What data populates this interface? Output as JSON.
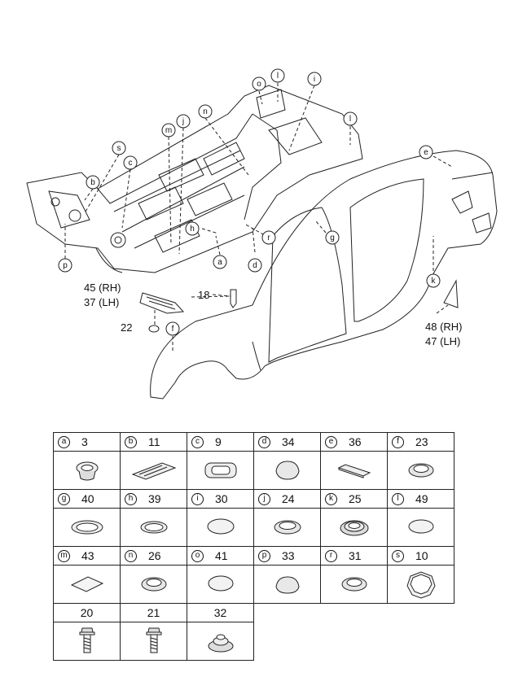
{
  "callout_labels": {
    "a": "a",
    "b": "b",
    "c": "c",
    "d": "d",
    "e": "e",
    "f": "f",
    "g": "g",
    "h": "h",
    "i": "i",
    "j": "j",
    "k": "k",
    "l": "l",
    "m": "m",
    "n": "n",
    "o": "o",
    "p": "p",
    "r": "r",
    "s": "s"
  },
  "part_labels": {
    "p45": "45 (RH)",
    "p37": "37 (LH)",
    "p18": "18",
    "p22": "22",
    "p48": "48 (RH)",
    "p47": "47 (LH)"
  },
  "parts_table": [
    [
      {
        "letter": "a",
        "num": "3",
        "icon": "round-plug-icon"
      },
      {
        "letter": "b",
        "num": "11",
        "icon": "pad-strip-icon"
      },
      {
        "letter": "c",
        "num": "9",
        "icon": "square-grommet-icon"
      },
      {
        "letter": "d",
        "num": "34",
        "icon": "oval-plug-icon"
      },
      {
        "letter": "e",
        "num": "36",
        "icon": "bar-pad-icon"
      },
      {
        "letter": "f",
        "num": "23",
        "icon": "ring-grommet-icon"
      }
    ],
    [
      {
        "letter": "g",
        "num": "40",
        "icon": "flat-ring-icon"
      },
      {
        "letter": "h",
        "num": "39",
        "icon": "flat-ring-icon"
      },
      {
        "letter": "i",
        "num": "30",
        "icon": "disc-plug-icon"
      },
      {
        "letter": "j",
        "num": "24",
        "icon": "ring-grommet-icon"
      },
      {
        "letter": "k",
        "num": "25",
        "icon": "double-ring-grommet-icon"
      },
      {
        "letter": "l",
        "num": "49",
        "icon": "disc-plug-icon"
      }
    ],
    [
      {
        "letter": "m",
        "num": "43",
        "icon": "tape-sheet-icon"
      },
      {
        "letter": "n",
        "num": "26",
        "icon": "ring-grommet-icon"
      },
      {
        "letter": "o",
        "num": "41",
        "icon": "disc-plug-icon"
      },
      {
        "letter": "p",
        "num": "33",
        "icon": "oval-plug-icon"
      },
      {
        "letter": "r",
        "num": "31",
        "icon": "ring-grommet-icon"
      },
      {
        "letter": "s",
        "num": "10",
        "icon": "large-seal-icon"
      }
    ],
    [
      {
        "letter": "",
        "num": "20",
        "icon": "flange-bolt-icon"
      },
      {
        "letter": "",
        "num": "21",
        "icon": "flange-bolt-icon"
      },
      {
        "letter": "",
        "num": "32",
        "icon": "stepped-grommet-icon"
      }
    ]
  ]
}
